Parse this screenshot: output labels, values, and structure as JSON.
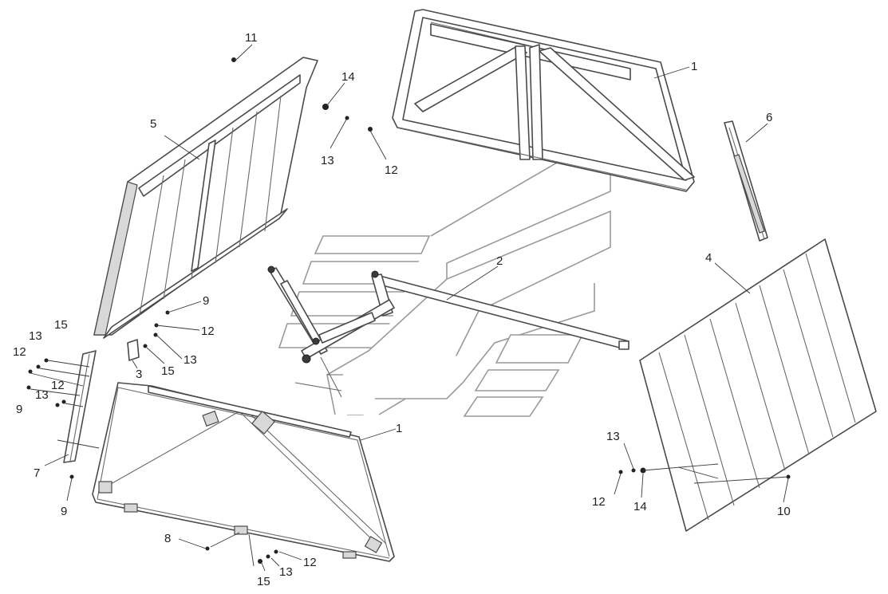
{
  "callouts": [
    {
      "id": "c-11",
      "text": "11"
    },
    {
      "id": "c-14a",
      "text": "14"
    },
    {
      "id": "c-13a",
      "text": "13"
    },
    {
      "id": "c-12a",
      "text": "12"
    },
    {
      "id": "c-5",
      "text": "5"
    },
    {
      "id": "c-1a",
      "text": "1"
    },
    {
      "id": "c-6",
      "text": "6"
    },
    {
      "id": "c-2",
      "text": "2"
    },
    {
      "id": "c-4",
      "text": "4"
    },
    {
      "id": "c-9a",
      "text": "9"
    },
    {
      "id": "c-12b",
      "text": "12"
    },
    {
      "id": "c-13b",
      "text": "13"
    },
    {
      "id": "c-15a",
      "text": "15"
    },
    {
      "id": "c-3",
      "text": "3"
    },
    {
      "id": "c-13c",
      "text": "13"
    },
    {
      "id": "c-15b",
      "text": "15"
    },
    {
      "id": "c-12c",
      "text": "12"
    },
    {
      "id": "c-9b",
      "text": "9"
    },
    {
      "id": "c-13d",
      "text": "13"
    },
    {
      "id": "c-12d",
      "text": "12"
    },
    {
      "id": "c-7",
      "text": "7"
    },
    {
      "id": "c-9c",
      "text": "9"
    },
    {
      "id": "c-1b",
      "text": "1"
    },
    {
      "id": "c-8",
      "text": "8"
    },
    {
      "id": "c-12e",
      "text": "12"
    },
    {
      "id": "c-13e",
      "text": "13"
    },
    {
      "id": "c-15c",
      "text": "15"
    },
    {
      "id": "c-13f",
      "text": "13"
    },
    {
      "id": "c-12f",
      "text": "12"
    },
    {
      "id": "c-14b",
      "text": "14"
    },
    {
      "id": "c-10",
      "text": "10"
    }
  ]
}
